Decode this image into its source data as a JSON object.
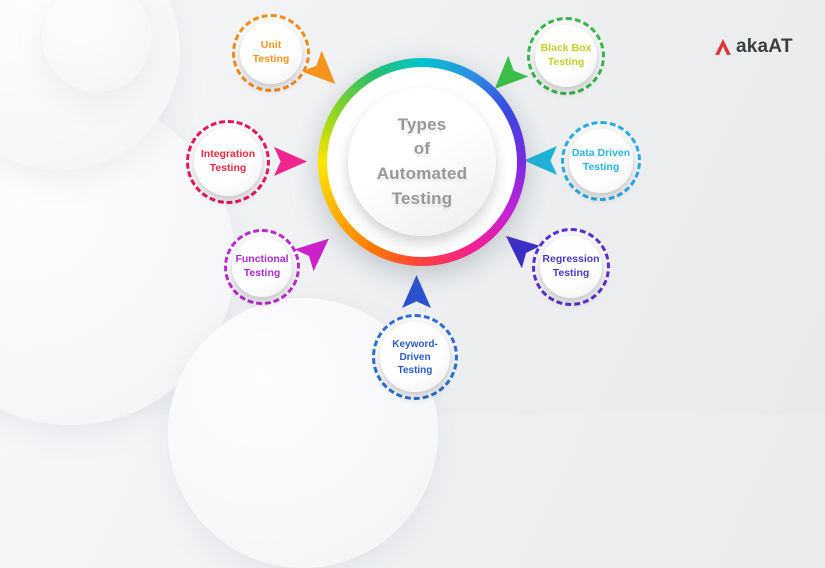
{
  "brand": {
    "icon": "aka-logo-mark",
    "icon_color": "#e23430",
    "text_aka": "aka",
    "text_at": "AT"
  },
  "center": {
    "title": "Types\nof\nAutomated Testing",
    "text_color": "#97989c"
  },
  "satellites": [
    {
      "id": "unit-testing",
      "label": "Unit\nTesting",
      "text_color": "#f7941e",
      "border_color": "#f68b1f",
      "arrow_color": "#f7941d"
    },
    {
      "id": "black-box-testing",
      "label": "Black Box\nTesting",
      "text_color": "#c3cf2a",
      "border_color": "#39b54a",
      "arrow_color": "#3bbf4a"
    },
    {
      "id": "integration-testing",
      "label": "Integration\nTesting",
      "text_color": "#ee2743",
      "border_color": "#e8175d",
      "arrow_color": "#f0258f"
    },
    {
      "id": "data-driven-testing",
      "label": "Data Driven\nTesting",
      "text_color": "#29b6e2",
      "border_color": "#29abe2",
      "arrow_color": "#1cb4da"
    },
    {
      "id": "functional-testing",
      "label": "Functional\nTesting",
      "text_color": "#a92cce",
      "border_color": "#bb2bd0",
      "arrow_color": "#cc22cc"
    },
    {
      "id": "regression-testing",
      "label": "Regression\nTesting",
      "text_color": "#4a3ac0",
      "border_color": "#5a2ed0",
      "arrow_color": "#3a2ec6"
    },
    {
      "id": "keyword-driven-testing",
      "label": "Keyword-Driven\nTesting",
      "text_color": "#2a5cc8",
      "border_color": "#2a6fd4",
      "arrow_color": "#2a52cf"
    }
  ]
}
